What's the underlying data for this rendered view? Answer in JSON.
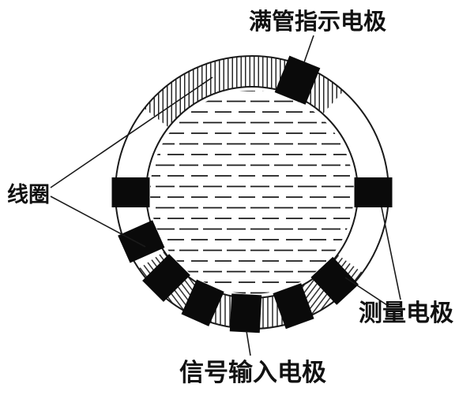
{
  "labels": {
    "full_pipe_indicator_electrode": "满管指示电极",
    "coil": "线圈",
    "measuring_electrode": "测量电极",
    "signal_input_electrode": "信号输入电极"
  },
  "colors": {
    "background": "#ffffff",
    "ink": "#1a1a1a",
    "electrode_fill": "#0a0a0a",
    "label_text": "#111111"
  }
}
